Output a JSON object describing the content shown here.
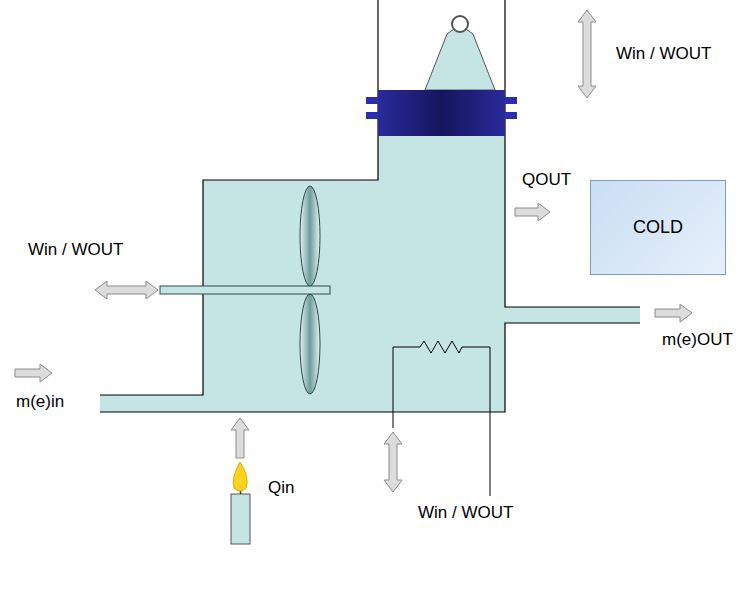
{
  "diagram": {
    "nodes": [
      {
        "text": [
          "COLD"
        ]
      }
    ],
    "labels": [
      "Win / WOUT",
      "Win / WOUT",
      "Win / WOUT",
      "QOUT",
      "m(e)OUT",
      "m(e)in",
      "Qin"
    ]
  }
}
